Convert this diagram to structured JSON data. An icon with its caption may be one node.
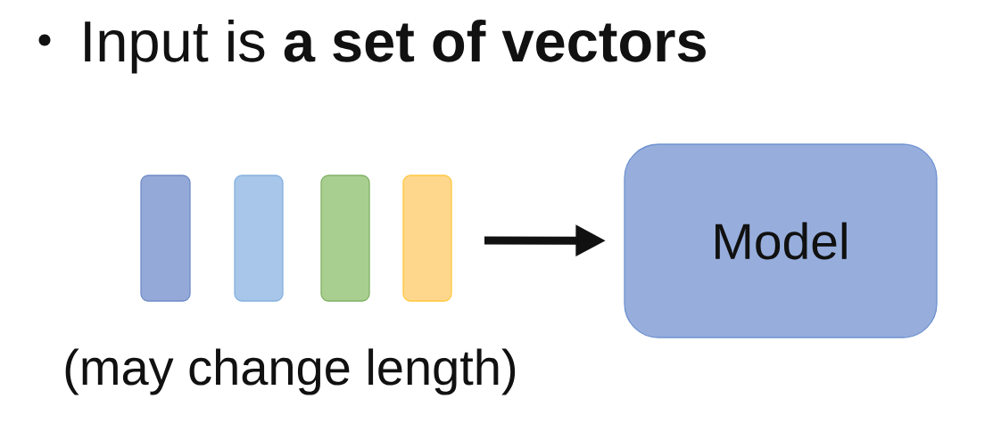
{
  "diagram": {
    "title": "Input is **a set of vectors**",
    "nodes": [
      {
        "text": [],
        "shape": "bar"
      },
      {
        "text": [],
        "shape": "bar"
      },
      {
        "text": [],
        "shape": "bar"
      },
      {
        "text": [],
        "shape": "bar"
      },
      {
        "text": [
          "Model"
        ]
      }
    ],
    "edges": [
      {
        "from": null,
        "to": 4,
        "arrow": "to"
      }
    ],
    "labels": [
      "(may change length)"
    ]
  }
}
